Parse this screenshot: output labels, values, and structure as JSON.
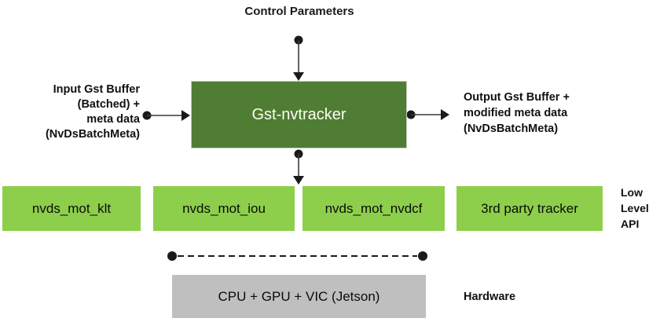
{
  "diagram": {
    "title": "Control Parameters",
    "tracker_box_label": "Gst-nvtracker",
    "input_label_lines": [
      "Input Gst Buffer",
      "(Batched) +",
      "meta data",
      "(NvDsBatchMeta)"
    ],
    "output_label_lines": [
      "Output Gst Buffer +",
      "modified meta data",
      "(NvDsBatchMeta)"
    ],
    "low_level_boxes": [
      "nvds_mot_klt",
      "nvds_mot_iou",
      "nvds_mot_nvdcf",
      "3rd party tracker"
    ],
    "low_level_api_lines": [
      "Low",
      "Level",
      "API"
    ],
    "hardware_box_label": "CPU + GPU + VIC (Jetson)",
    "hardware_label": "Hardware",
    "colors": {
      "tracker_box_fill": "#4F7D33",
      "tracker_box_text": "#FDFDF2",
      "low_level_box_fill": "#8DCF4B",
      "hardware_box_fill": "#BFBFBF",
      "connector": "#1a1a1a",
      "text": "#111111",
      "background": "#FFFFFF"
    }
  }
}
